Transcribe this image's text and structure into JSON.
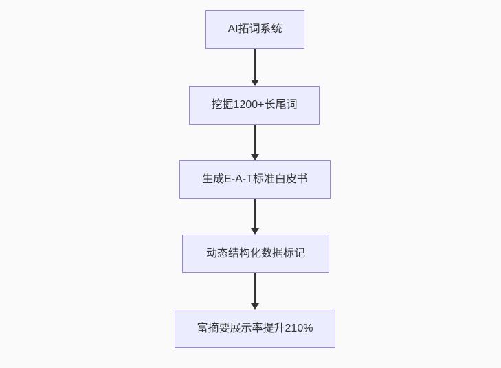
{
  "diagram": {
    "type": "flowchart",
    "direction": "top-down",
    "nodes": [
      {
        "label": "AI拓词系统"
      },
      {
        "label": "挖掘1200+长尾词"
      },
      {
        "label": "生成E-A-T标准白皮书"
      },
      {
        "label": "动态结构化数据标记"
      },
      {
        "label": "富摘要展示率提升210%"
      }
    ],
    "edges": [
      {
        "from": 0,
        "to": 1
      },
      {
        "from": 1,
        "to": 2
      },
      {
        "from": 2,
        "to": 3
      },
      {
        "from": 3,
        "to": 4
      }
    ],
    "colors": {
      "background": "#fafafa",
      "node_fill": "#ececff",
      "node_border": "#9370db",
      "node_text": "#333333",
      "edge": "#333333"
    }
  }
}
